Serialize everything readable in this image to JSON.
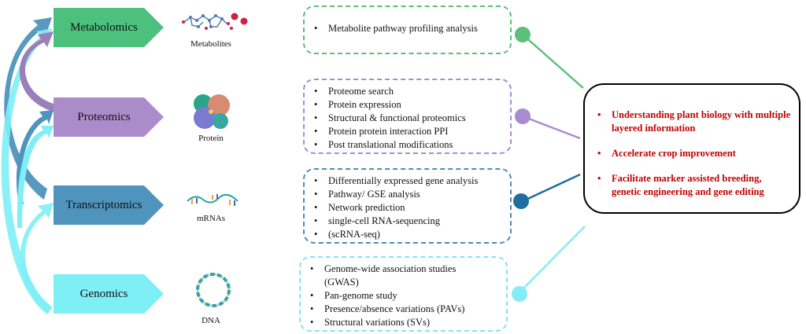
{
  "omics": [
    {
      "id": "metabolomics",
      "label": "Metabolomics",
      "color": "#4cc17e",
      "icon": "molecule-icon",
      "icon_label": "Metabolites"
    },
    {
      "id": "proteomics",
      "label": "Proteomics",
      "color": "#ab8ccb",
      "icon": "protein-structure-icon",
      "icon_label": "Protein"
    },
    {
      "id": "transcriptomics",
      "label": "Transcriptomics",
      "color": "#4f94bd",
      "icon": "mrna-strand-icon",
      "icon_label": "mRNAs"
    },
    {
      "id": "genomics",
      "label": "Genomics",
      "color": "#7eeff5",
      "icon": "dna-ring-icon",
      "icon_label": "DNA"
    }
  ],
  "analyses": {
    "metabolomics": {
      "border": "#5cbf7a",
      "items": [
        "Metabolite pathway profiling analysis"
      ]
    },
    "proteomics": {
      "border": "#a98bd0",
      "items": [
        "Proteome search",
        "Protein expression",
        "Structural & functional proteomics",
        "Protein protein interaction PPI",
        "Post translational modifications"
      ]
    },
    "transcriptomics": {
      "border": "#4f8db0",
      "items": [
        "Differentially expressed gene analysis",
        "Pathway/ GSE analysis",
        "Network prediction",
        "single-cell RNA-sequencing",
        "(scRNA-seq)"
      ]
    },
    "genomics": {
      "border": "#7ee6f0",
      "items": [
        "Genome-wide association studies",
        "(GWAS)",
        "Pan-genome study",
        "Presence/absence variations (PAVs)",
        "Structural variations (SVs)"
      ]
    }
  },
  "connector_colors": {
    "metabolomics": "#5cbf7a",
    "proteomics": "#a98bd0",
    "transcriptomics": "#1e6f9f",
    "genomics": "#84ecf5"
  },
  "outcomes": {
    "text_color": "#c00000",
    "items": [
      "Understanding plant biology with multiple layered information",
      "Accelerate crop improvement",
      "Facilitate marker assisted breeding, genetic engineering and gene editing"
    ]
  }
}
